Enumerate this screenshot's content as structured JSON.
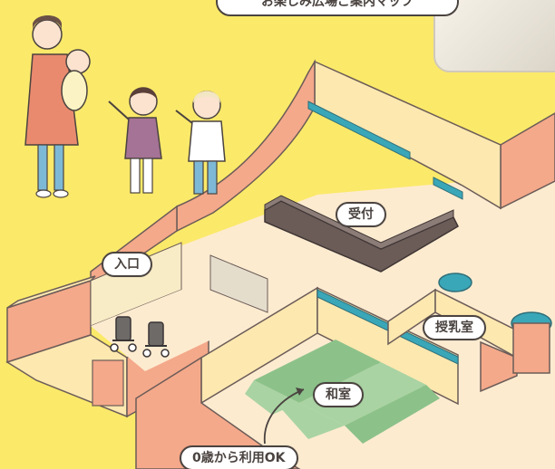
{
  "banner": {
    "text": "お楽しみ広場ご案内マップ"
  },
  "rooms": {
    "entrance": "入口",
    "reception": "受付",
    "nursing_room": "授乳室",
    "tatami_room": "和室"
  },
  "note": {
    "age_label": "0歳から利用OK"
  },
  "colors": {
    "background": "#fbe96a",
    "floor": "#fdebd0",
    "wall_salmon": "#f4a98a",
    "wall_cream": "#fde8b0",
    "tatami_green_dark": "#8cc28a",
    "tatami_green_light": "#a9d3a3",
    "teal_trim": "#3aa7b8",
    "counter": "#6b5c58"
  },
  "icons": [
    "stroller-icon",
    "stroller-icon",
    "family-illustration"
  ]
}
